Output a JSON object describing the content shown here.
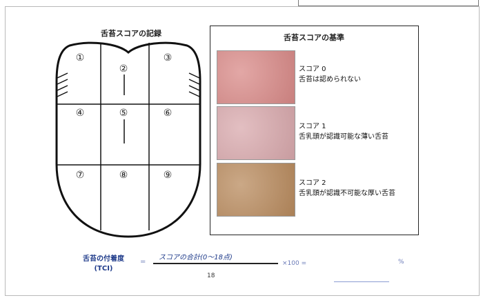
{
  "record": {
    "title": "舌苔スコアの記録",
    "zones": [
      "①",
      "②",
      "③",
      "④",
      "⑤",
      "⑥",
      "⑦",
      "⑧",
      "⑨"
    ]
  },
  "criteria": {
    "title": "舌苔スコアの基準",
    "scores": [
      {
        "score": "スコア 0",
        "desc": "舌苔は認められない",
        "swatch_color": "#d98a88"
      },
      {
        "score": "スコア 1",
        "desc": "舌乳頭が認識可能な薄い舌苔",
        "swatch_color": "#d9a9ad"
      },
      {
        "score": "スコア 2",
        "desc": "舌乳頭が認識不可能な厚い舌苔",
        "swatch_color": "#b98b5e"
      }
    ]
  },
  "formula": {
    "label_line1": "舌苔の付着度",
    "label_line2": "(TCI)",
    "equals": "=",
    "numerator": "スコアの合計(0〜18点)",
    "denominator": "18",
    "times": "×100 =",
    "unit": "%"
  }
}
